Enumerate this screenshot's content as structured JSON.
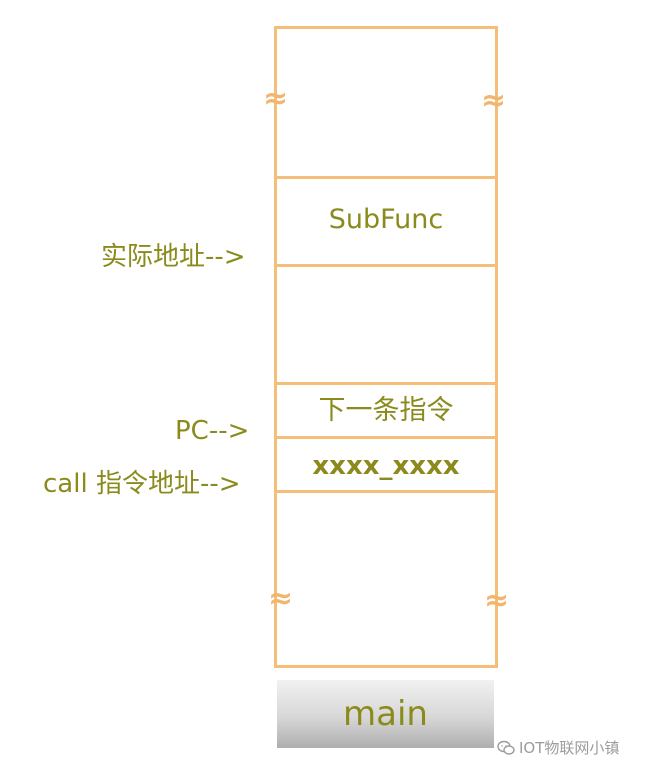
{
  "stack": {
    "cells": {
      "subfunc": "SubFunc",
      "next_instruction": "下一条指令",
      "call_instruction": "xxxx_xxxx"
    },
    "break_symbol": "≈"
  },
  "labels": {
    "actual_address": "实际地址-->",
    "pc": "PC-->",
    "call_address": "call 指令地址-->"
  },
  "main_block": {
    "label": "main"
  },
  "watermark": {
    "icon": "wechat-icon",
    "text": "IOT物联网小镇"
  },
  "colors": {
    "stack_border": "#f4bd78",
    "text": "#8b8b1d",
    "break_symbol": "#f2b56d"
  }
}
